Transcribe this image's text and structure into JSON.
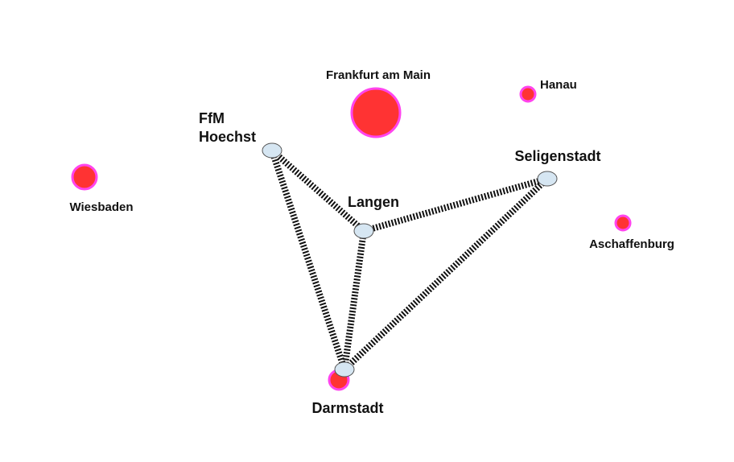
{
  "colors": {
    "city_fill": "#ff3333",
    "city_ring": "#ff44ee",
    "node_fill": "#d6e6f2",
    "node_stroke": "#555555",
    "link_color": "#111111",
    "background": "#ffffff"
  },
  "cities": [
    {
      "id": "frankfurt",
      "name": "Frankfurt am Main"
    },
    {
      "id": "hanau",
      "name": "Hanau"
    },
    {
      "id": "wiesbaden",
      "name": "Wiesbaden"
    },
    {
      "id": "aschaffenburg",
      "name": "Aschaffenburg"
    },
    {
      "id": "darmstadt-city",
      "name": ""
    }
  ],
  "nodes": [
    {
      "id": "hoechst",
      "name_line1": "FfM",
      "name_line2": "Hoechst"
    },
    {
      "id": "langen",
      "name_line1": "Langen"
    },
    {
      "id": "seligenstadt",
      "name_line1": "Seligenstadt"
    },
    {
      "id": "darmstadt",
      "name_line1": "Darmstadt"
    }
  ],
  "links": [
    {
      "from": "hoechst",
      "to": "langen"
    },
    {
      "from": "hoechst",
      "to": "darmstadt"
    },
    {
      "from": "langen",
      "to": "seligenstadt"
    },
    {
      "from": "langen",
      "to": "darmstadt"
    },
    {
      "from": "seligenstadt",
      "to": "darmstadt"
    }
  ]
}
